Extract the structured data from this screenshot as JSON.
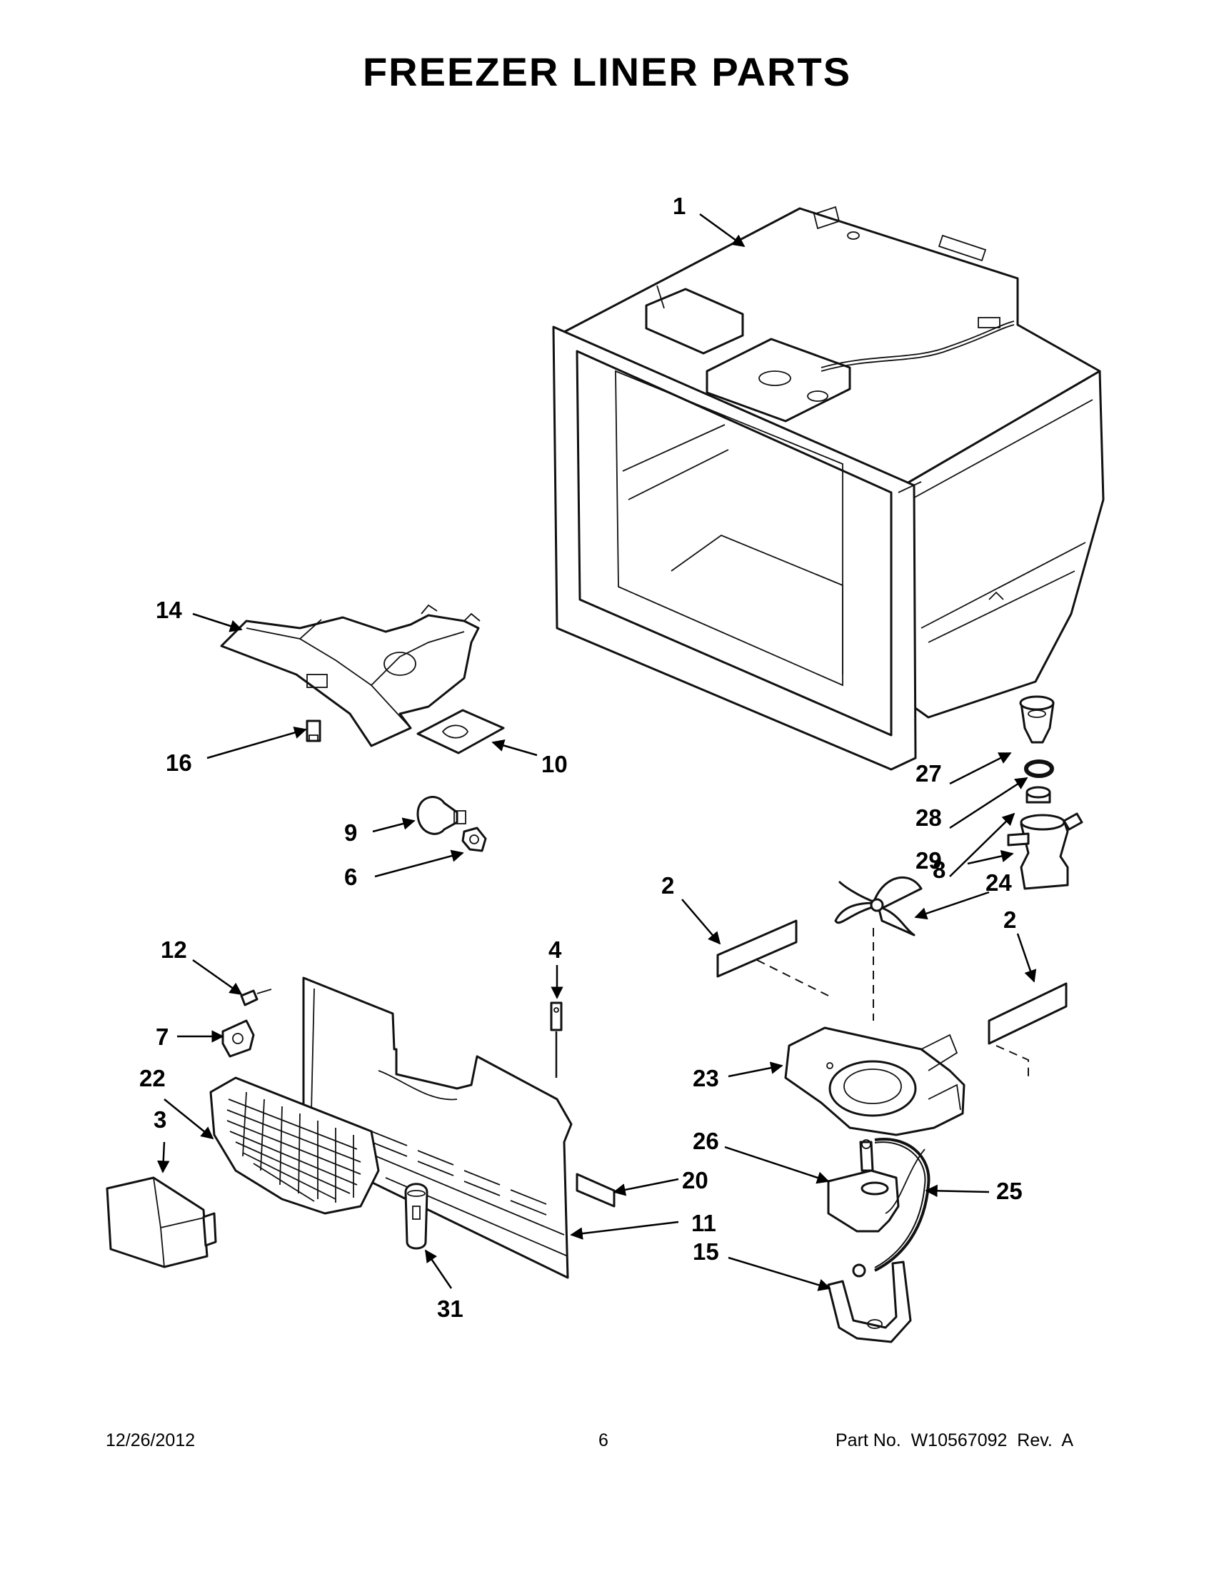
{
  "title": "FREEZER LINER PARTS",
  "footer": {
    "date": "12/26/2012",
    "page": "6",
    "part_no": "Part No.  W10567092  Rev.  A"
  },
  "callouts": {
    "c1": "1",
    "c2a": "2",
    "c2b": "2",
    "c3": "3",
    "c4": "4",
    "c6": "6",
    "c7": "7",
    "c8": "8",
    "c9": "9",
    "c10": "10",
    "c11": "11",
    "c12": "12",
    "c14": "14",
    "c15": "15",
    "c16": "16",
    "c20": "20",
    "c22": "22",
    "c23": "23",
    "c24": "24",
    "c25": "25",
    "c26": "26",
    "c27": "27",
    "c28": "28",
    "c29": "29",
    "c31": "31"
  }
}
